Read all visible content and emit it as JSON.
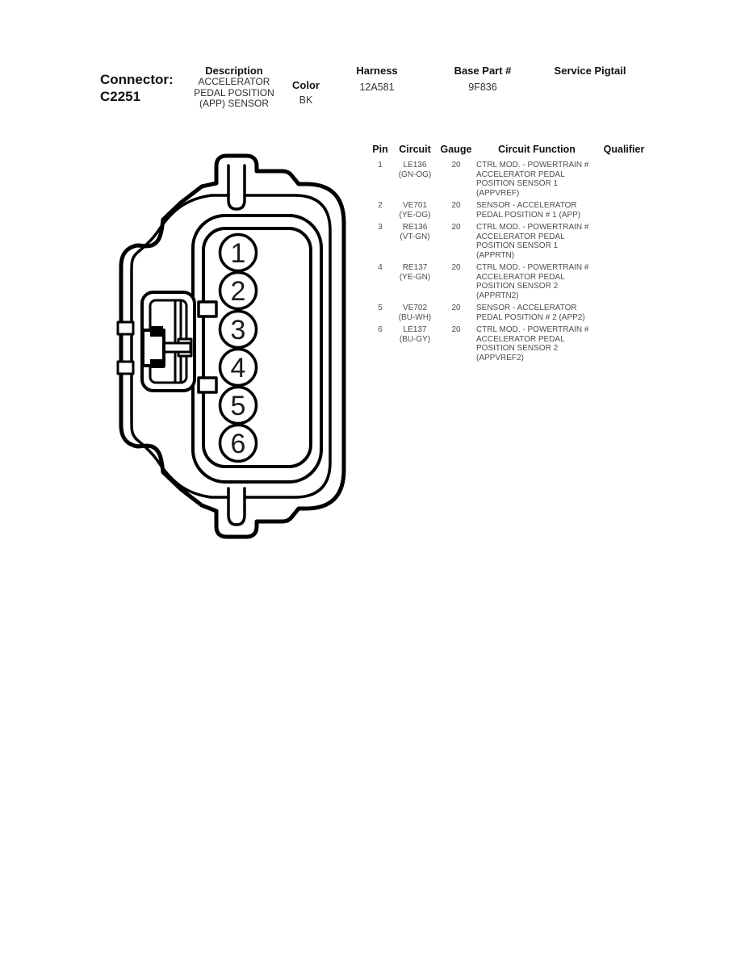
{
  "header": {
    "connector_label": "Connector:",
    "connector_id": "C2251",
    "description_label": "Description",
    "description_lines": [
      "ACCELERATOR",
      "PEDAL POSITION",
      "(APP) SENSOR"
    ],
    "color_label": "Color",
    "color_value": "BK",
    "harness_label": "Harness",
    "harness_value": "12A581",
    "base_part_label": "Base Part #",
    "base_part_value": "9F836",
    "service_pigtail_label": "Service Pigtail",
    "service_pigtail_value": ""
  },
  "diagram": {
    "pins": [
      "1",
      "2",
      "3",
      "4",
      "5",
      "6"
    ]
  },
  "table": {
    "headers": [
      "Pin",
      "Circuit",
      "Gauge",
      "Circuit Function",
      "Qualifier"
    ],
    "rows": [
      {
        "pin": "1",
        "circuit": "LE136",
        "wire_color": "(GN-OG)",
        "gauge": "20",
        "function_lines": [
          "CTRL MOD. - POWERTRAIN #",
          "ACCELERATOR PEDAL",
          "POSITION SENSOR 1",
          "(APPVREF)"
        ],
        "qualifier": ""
      },
      {
        "pin": "2",
        "circuit": "VE701",
        "wire_color": "(YE-OG)",
        "gauge": "20",
        "function_lines": [
          "SENSOR - ACCELERATOR",
          "PEDAL POSITION # 1 (APP)",
          "",
          ""
        ],
        "qualifier": ""
      },
      {
        "pin": "3",
        "circuit": "RE136",
        "wire_color": "(VT-GN)",
        "gauge": "20",
        "function_lines": [
          "CTRL MOD. - POWERTRAIN #",
          "ACCELERATOR PEDAL",
          "POSITION SENSOR 1",
          "(APPRTN)"
        ],
        "qualifier": ""
      },
      {
        "pin": "4",
        "circuit": "RE137",
        "wire_color": "(YE-GN)",
        "gauge": "20",
        "function_lines": [
          "CTRL MOD. - POWERTRAIN #",
          "ACCELERATOR PEDAL",
          "POSITION SENSOR 2",
          "(APPRTN2)"
        ],
        "qualifier": ""
      },
      {
        "pin": "5",
        "circuit": "VE702",
        "wire_color": "(BU-WH)",
        "gauge": "20",
        "function_lines": [
          "SENSOR - ACCELERATOR",
          "PEDAL POSITION # 2 (APP2)",
          "",
          ""
        ],
        "qualifier": ""
      },
      {
        "pin": "6",
        "circuit": "LE137",
        "wire_color": "(BU-GY)",
        "gauge": "20",
        "function_lines": [
          "CTRL MOD. - POWERTRAIN #",
          "ACCELERATOR PEDAL",
          "POSITION SENSOR 2",
          "(APPVREF2)"
        ],
        "qualifier": ""
      }
    ]
  }
}
